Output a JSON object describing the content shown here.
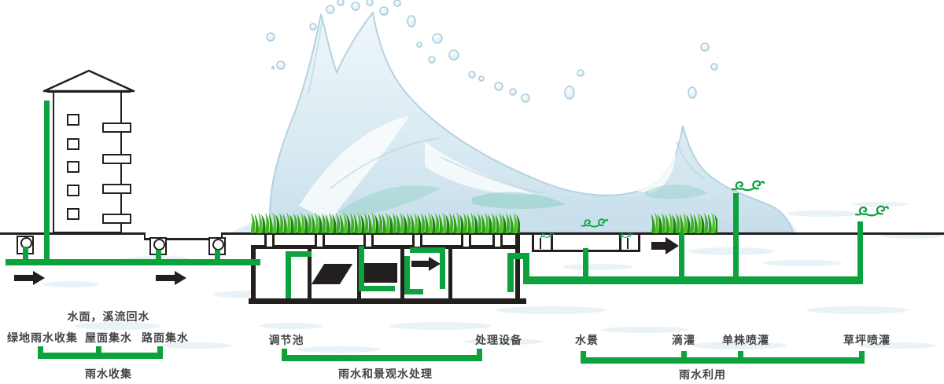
{
  "labels": {
    "return_note": "水面，溪流回水",
    "collection": {
      "items": [
        "绿地雨水收集",
        "屋面集水",
        "路面集水"
      ],
      "group": "雨水收集"
    },
    "treatment": {
      "items": [
        "调节池",
        "处理设备"
      ],
      "group": "雨水和景观水处理"
    },
    "utilization": {
      "items": [
        "水景",
        "滴灌",
        "单株喷灌",
        "草坪喷灌"
      ],
      "group": "雨水利用"
    }
  },
  "colors": {
    "pipe_green": "#0ca23e",
    "grass_green": "#3db31f",
    "ink_black": "#241f1f",
    "water_blue": "#cfe6f0",
    "label_text": "#454545"
  },
  "icons": {
    "spray": "spray-swirl-icon",
    "flow": "flow-arrow-icon"
  }
}
